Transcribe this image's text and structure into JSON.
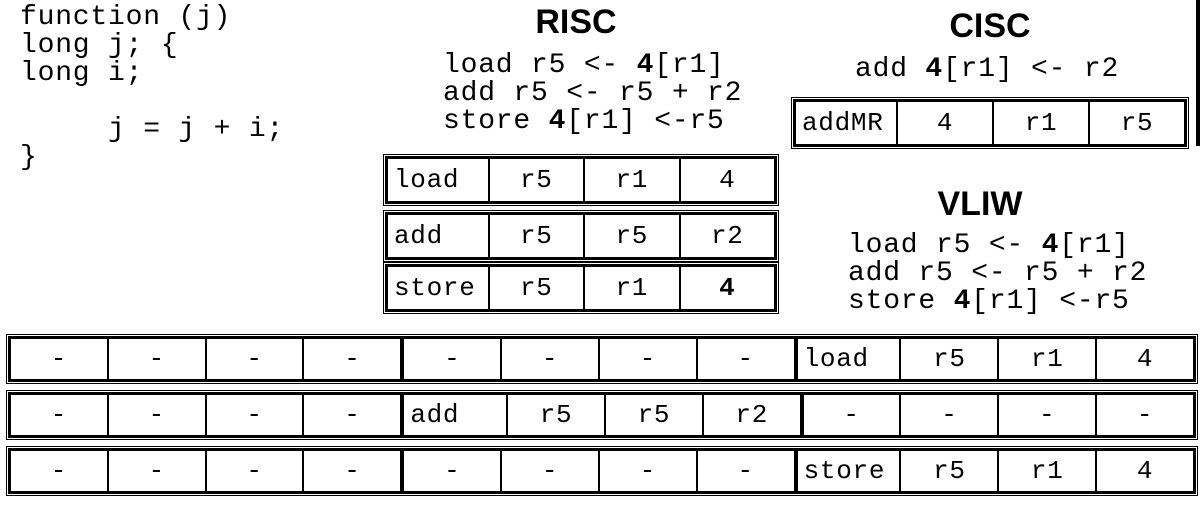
{
  "colors": {
    "ink": "#000000",
    "paper": "#ffffff"
  },
  "headings": {
    "risc": "RISC",
    "cisc": "CISC",
    "vliw": "VLIW"
  },
  "c_code": {
    "lines": [
      "function (j)",
      "long j; {",
      "long i;",
      "",
      "     j = j + i;",
      "}"
    ]
  },
  "risc": {
    "code_lines": [
      [
        {
          "t": "load r5 <- ",
          "b": false
        },
        {
          "t": "4",
          "b": true
        },
        {
          "t": "[r1]",
          "b": false
        }
      ],
      [
        {
          "t": "add r5 <- r5 + r2",
          "b": false
        }
      ],
      [
        {
          "t": "store ",
          "b": false
        },
        {
          "t": "4",
          "b": true
        },
        {
          "t": "[r1] <-r5",
          "b": false
        }
      ]
    ],
    "tables": [
      {
        "name": "load-word",
        "cells": [
          "load",
          "r5",
          "r1",
          "4"
        ]
      },
      {
        "name": "add-word",
        "cells": [
          "add",
          "r5",
          "r5",
          "r2"
        ]
      },
      {
        "name": "store-word",
        "cells": [
          "store",
          "r5",
          "r1",
          {
            "t": "4",
            "b": true
          }
        ]
      }
    ]
  },
  "cisc": {
    "code_lines": [
      [
        {
          "t": "add ",
          "b": false
        },
        {
          "t": "4",
          "b": true
        },
        {
          "t": "[r1] <- r2",
          "b": false
        }
      ]
    ],
    "table": {
      "name": "addMR-word",
      "cells": [
        "addMR",
        "4",
        "r1",
        "r5"
      ]
    }
  },
  "vliw": {
    "code_lines": [
      [
        {
          "t": "load r5 <- ",
          "b": false
        },
        {
          "t": "4",
          "b": true
        },
        {
          "t": "[r1]",
          "b": false
        }
      ],
      [
        {
          "t": "add r5 <- r5 + r2",
          "b": false
        }
      ],
      [
        {
          "t": "store ",
          "b": false
        },
        {
          "t": "4",
          "b": true
        },
        {
          "t": "[r1] <-r5",
          "b": false
        }
      ]
    ],
    "rows": [
      {
        "cells": [
          "-",
          "-",
          "-",
          "-",
          "-",
          "-",
          "-",
          "-",
          "load",
          "r5",
          "r1",
          "4"
        ]
      },
      {
        "cells": [
          "-",
          "-",
          "-",
          "-",
          "add",
          "r5",
          "r5",
          "r2",
          "-",
          "-",
          "-",
          "-"
        ]
      },
      {
        "cells": [
          "-",
          "-",
          "-",
          "-",
          "-",
          "-",
          "-",
          "-",
          "store",
          "r5",
          "r1",
          "4"
        ]
      }
    ]
  }
}
